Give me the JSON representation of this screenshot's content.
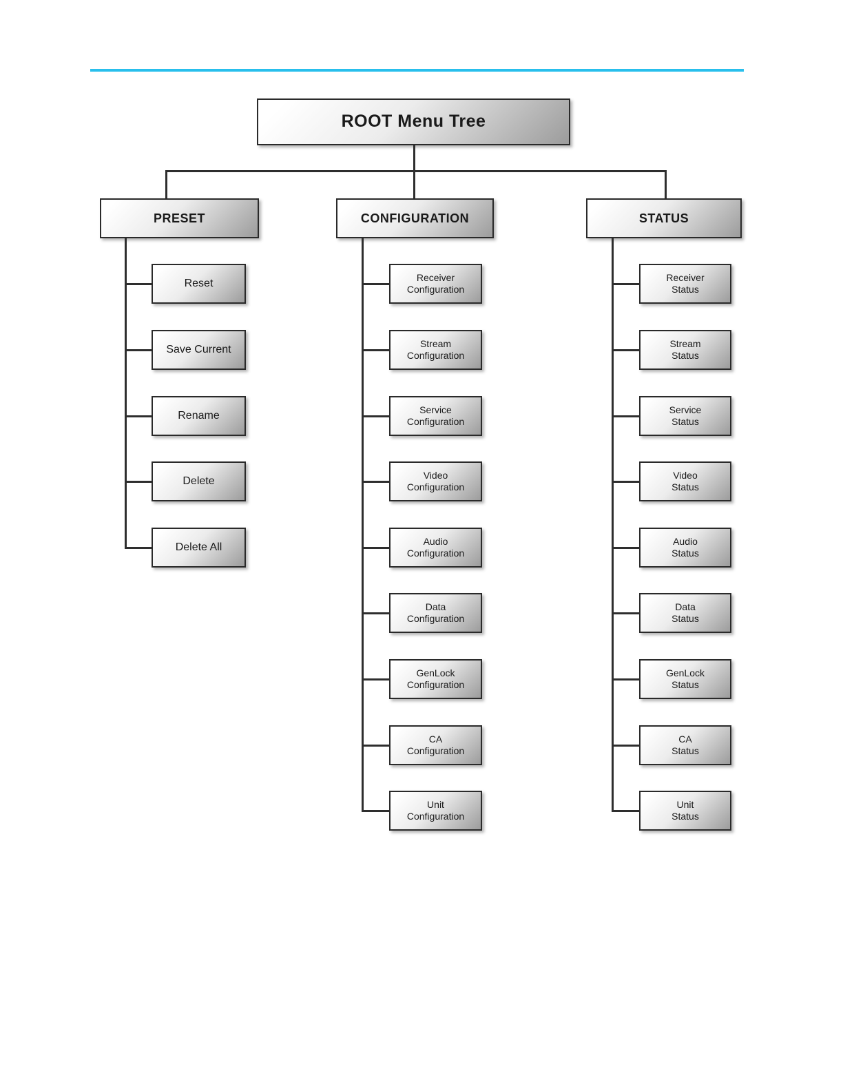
{
  "accent_colors": {
    "top_rule": "#29bfec",
    "box_border": "#2a2a2a",
    "connector_line": "#2e2e2e"
  },
  "tree": {
    "root_label": "ROOT Menu Tree",
    "branches": [
      {
        "label": "PRESET",
        "children": [
          "Reset",
          "Save Current",
          "Rename",
          "Delete",
          "Delete All"
        ]
      },
      {
        "label": "CONFIGURATION",
        "children": [
          "Receiver\nConfiguration",
          "Stream\nConfiguration",
          "Service\nConfiguration",
          "Video\nConfiguration",
          "Audio\nConfiguration",
          "Data\nConfiguration",
          "GenLock\nConfiguration",
          "CA\nConfiguration",
          "Unit\nConfiguration"
        ]
      },
      {
        "label": "STATUS",
        "children": [
          "Receiver\nStatus",
          "Stream\nStatus",
          "Service\nStatus",
          "Video\nStatus",
          "Audio\nStatus",
          "Data\nStatus",
          "GenLock\nStatus",
          "CA\nStatus",
          "Unit\nStatus"
        ]
      }
    ]
  }
}
